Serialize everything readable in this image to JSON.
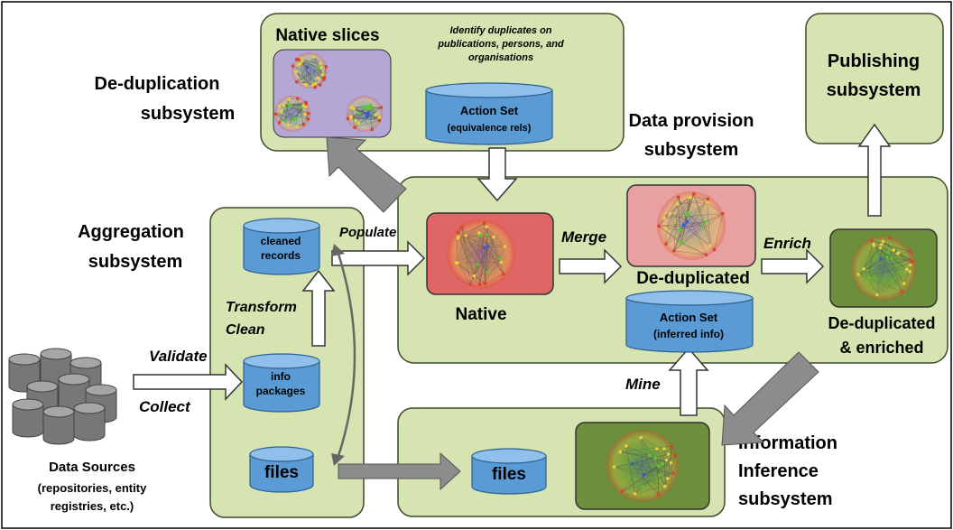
{
  "colors": {
    "panel_fill": "#d6e4b1",
    "panel_stroke": "#3d4a2b",
    "cylinder_fill": "#5b9bd5",
    "cylinder_top": "#8fc0ec",
    "native_fill": "#e06666",
    "dedup_fill": "#e8a0a0",
    "enriched_fill": "#6b8f3a",
    "slices_fill": "#b4a7d6",
    "grey_arrow": "#8c8c8c",
    "db_grey": "#777777"
  },
  "subsystems": {
    "deduplication": {
      "title_line1": "De-duplication",
      "title_line2": "subsystem"
    },
    "aggregation": {
      "title_line1": "Aggregation",
      "title_line2": "subsystem"
    },
    "data_provision": {
      "title_line1": "Data provision",
      "title_line2": "subsystem"
    },
    "publishing": {
      "title_line1": "Publishing",
      "title_line2": "subsystem"
    },
    "inference": {
      "title_line1": "Information",
      "title_line2": "Inference",
      "title_line3": "subsystem"
    }
  },
  "native_slices": {
    "label": "Native slices",
    "note_line1": "Identify duplicates  on",
    "note_line2": "publications,  persons, and",
    "note_line3": "organisations"
  },
  "cylinders": {
    "action_set_equiv": {
      "line1": "Action Set",
      "line2": "(equivalence rels)"
    },
    "action_set_inferred": {
      "line1": "Action Set",
      "line2": "(inferred info)"
    },
    "cleaned_records": {
      "line1": "cleaned",
      "line2": "records"
    },
    "info_packages": {
      "line1": "info",
      "line2": "packages"
    },
    "files_aggregation": {
      "line1": "files"
    },
    "files_inference": {
      "line1": "files"
    }
  },
  "graph_labels": {
    "native": "Native",
    "deduplicated": "De-duplicated",
    "enriched_line1": "De-duplicated",
    "enriched_line2": "& enriched"
  },
  "actions": {
    "populate": "Populate",
    "merge": "Merge",
    "enrich": "Enrich",
    "mine": "Mine",
    "validate": "Validate",
    "collect": "Collect",
    "transform": "Transform",
    "clean": "Clean"
  },
  "data_sources": {
    "line1": "Data Sources",
    "line2": "(repositories, entity",
    "line3": "registries, etc.)"
  }
}
